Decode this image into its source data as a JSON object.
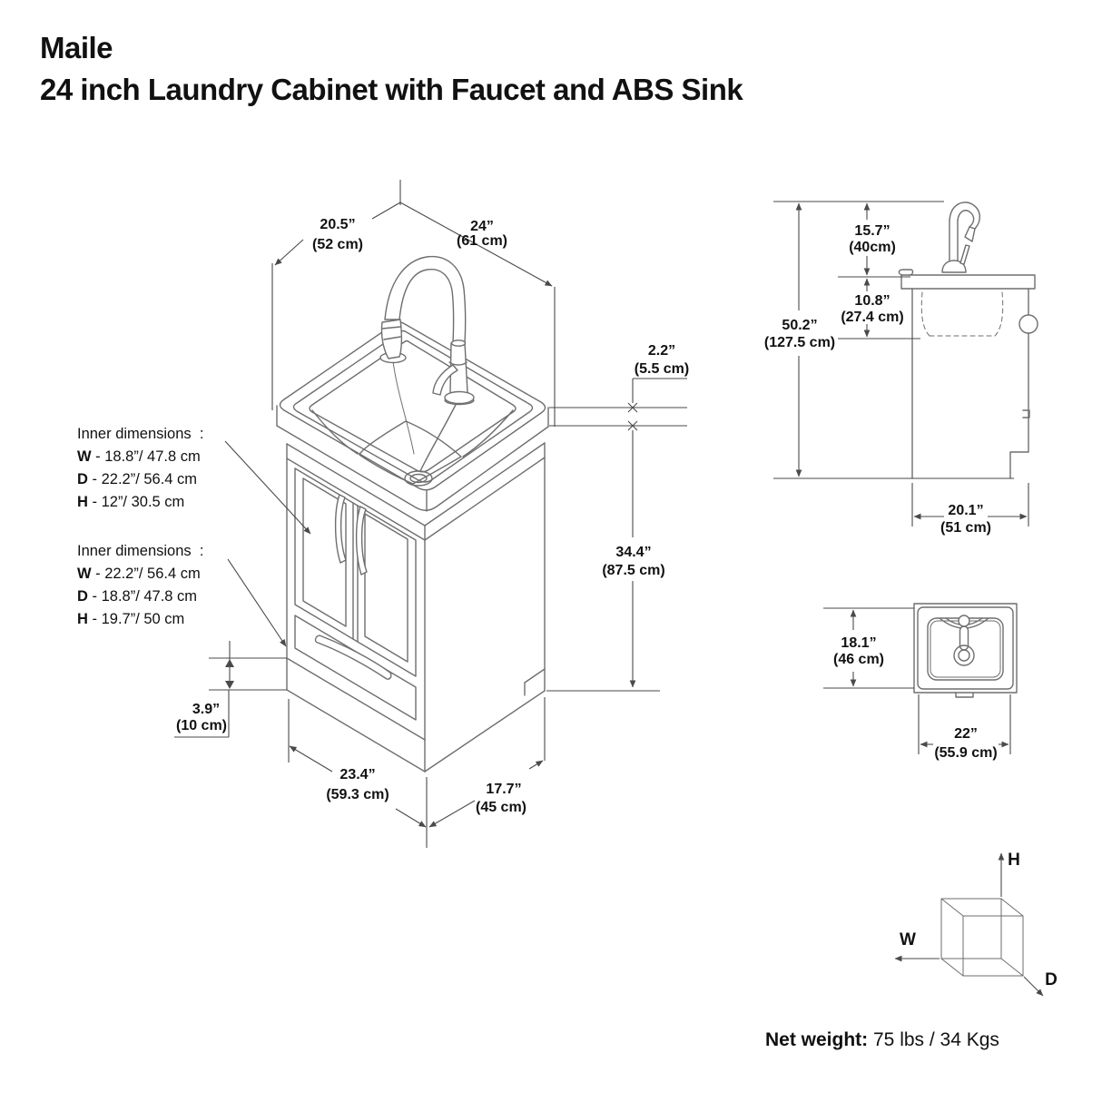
{
  "title": {
    "line1": "Maile",
    "line2": "24 inch Laundry Cabinet with Faucet and ABS Sink"
  },
  "main_view": {
    "dim_depth_top": {
      "in": "20.5”",
      "cm": "(52 cm)"
    },
    "dim_width_top": {
      "in": "24”",
      "cm": "(61 cm)"
    },
    "dim_rim_thickness": {
      "in": "2.2”",
      "cm": "(5.5 cm)"
    },
    "dim_cabinet_height": {
      "in": "34.4”",
      "cm": "(87.5 cm)"
    },
    "dim_toe_kick": {
      "in": "3.9”",
      "cm": "(10 cm)"
    },
    "dim_front_width": {
      "in": "23.4”",
      "cm": "(59.3 cm)"
    },
    "dim_side_depth": {
      "in": "17.7”",
      "cm": "(45 cm)"
    },
    "inner_dimensions_sink": {
      "heading": "Inner dimensions  :",
      "rows": [
        {
          "k": "W",
          "v": " - 18.8”/ 47.8 cm"
        },
        {
          "k": "D",
          "v": " - 22.2”/ 56.4 cm"
        },
        {
          "k": "H",
          "v": " - 12”/ 30.5 cm"
        }
      ]
    },
    "inner_dimensions_cabinet": {
      "heading": "Inner dimensions  :",
      "rows": [
        {
          "k": "W",
          "v": " - 22.2”/ 56.4 cm"
        },
        {
          "k": "D",
          "v": " - 18.8”/ 47.8 cm"
        },
        {
          "k": "H",
          "v": " - 19.7”/ 50 cm"
        }
      ]
    }
  },
  "side_view": {
    "dim_faucet_height": {
      "in": "15.7”",
      "cm": "(40cm)"
    },
    "dim_sink_depth": {
      "in": "10.8”",
      "cm": "(27.4 cm)"
    },
    "dim_total_height": {
      "in": "50.2”",
      "cm": "(127.5 cm)"
    },
    "dim_depth": {
      "in": "20.1”",
      "cm": "(51 cm)"
    }
  },
  "top_view": {
    "dim_depth": {
      "in": "18.1”",
      "cm": "(46 cm)"
    },
    "dim_width": {
      "in": "22”",
      "cm": "(55.9 cm)"
    }
  },
  "axis_legend": {
    "h": "H",
    "w": "W",
    "d": "D"
  },
  "footer": {
    "label": "Net weight:",
    "value": " 75 lbs / 34 Kgs"
  },
  "colors": {
    "background": "#ffffff",
    "text": "#111111",
    "line_art": "#6e6e6e",
    "dimension_lines": "#4a4a4a"
  }
}
